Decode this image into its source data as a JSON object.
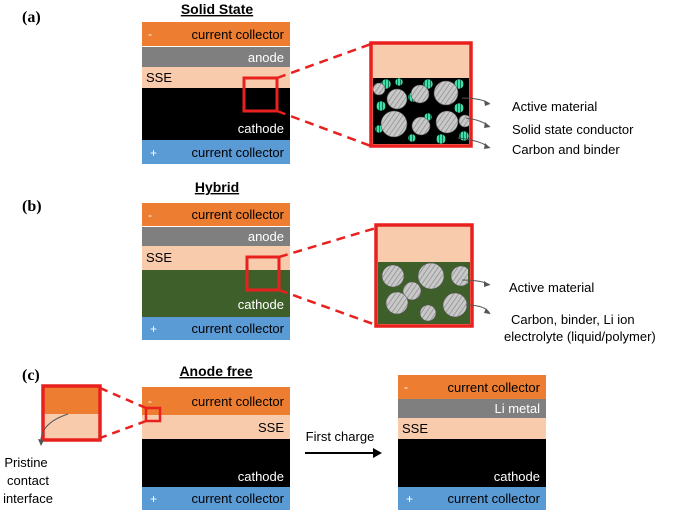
{
  "panels": {
    "a": {
      "label": "(a)",
      "title": "Solid State",
      "layers": {
        "top_minus": "-",
        "top_collector": "current collector",
        "anode": "anode",
        "sse": "SSE",
        "cathode": "cathode",
        "bottom_plus": "+",
        "bottom_collector": "current collector"
      },
      "callouts": [
        "Active material",
        "Solid state conductor",
        "Carbon and binder"
      ]
    },
    "b": {
      "label": "(b)",
      "title": "Hybrid",
      "layers": {
        "top_minus": "-",
        "top_collector": "current collector",
        "anode": "anode",
        "sse": "SSE",
        "cathode": "cathode",
        "bottom_plus": "+",
        "bottom_collector": "current collector"
      },
      "callouts": [
        "Active material",
        "Carbon, binder, Li ion",
        "electrolyte (liquid/polymer)"
      ]
    },
    "c": {
      "label": "(c)",
      "title": "Anode free",
      "left_stack": {
        "top_minus": "-",
        "top_collector": "current collector",
        "sse": "SSE",
        "cathode": "cathode",
        "bottom_plus": "+",
        "bottom_collector": "current collector"
      },
      "arrow_label": "First charge",
      "right_stack": {
        "top_minus": "-",
        "top_collector": "current collector",
        "li_metal": "Li metal",
        "sse": "SSE",
        "cathode": "cathode",
        "bottom_plus": "+",
        "bottom_collector": "current collector"
      },
      "interface_label": [
        "Pristine",
        "contact",
        "interface"
      ]
    }
  },
  "colors": {
    "collector_top": "#ED7D31",
    "anode": "#7F7F7F",
    "sse": "#F8CBAD",
    "cathode_solid": "#000000",
    "cathode_hybrid": "#3F5F2A",
    "collector_bottom": "#5B9BD5",
    "highlight": "#E8211F",
    "conductor": "#3FE0A8",
    "particle": "#BFBFBF"
  }
}
